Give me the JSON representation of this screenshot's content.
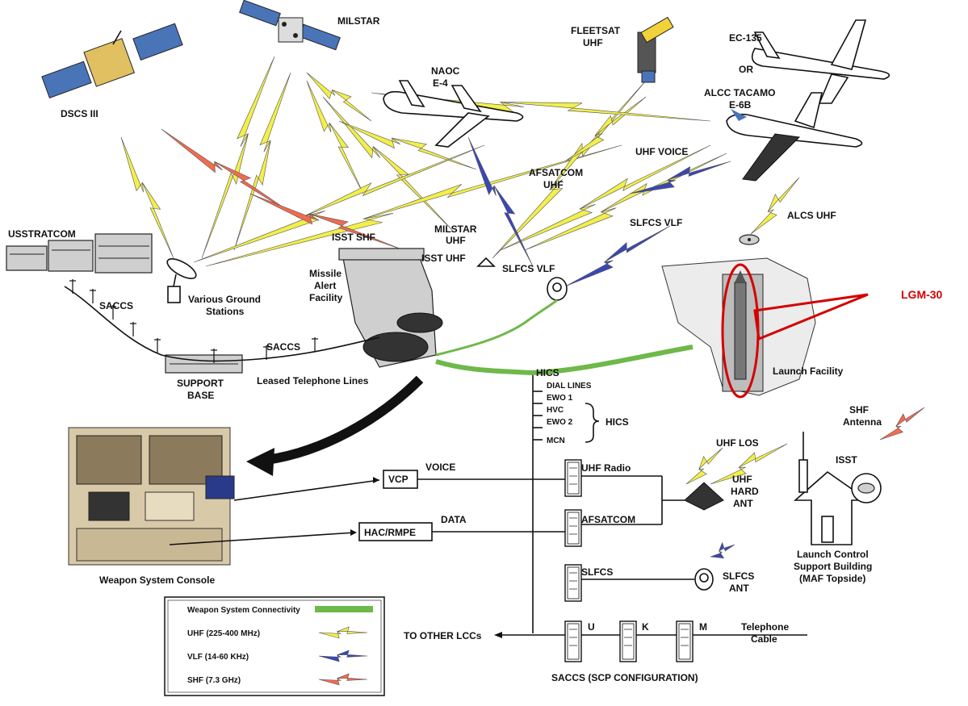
{
  "labels": {
    "milstar": "MILSTAR",
    "dscs": "DSCS III",
    "fleetsat1": "FLEETSAT",
    "fleetsat2": "UHF",
    "ec135": "EC-135",
    "or": "OR",
    "naoc1": "NAOC",
    "naoc2": "E-4",
    "alcc1": "ALCC TACAMO",
    "alcc2": "E-6B",
    "uhf_voice": "UHF VOICE",
    "afsatcom1": "AFSATCOM",
    "afsatcom2": "UHF",
    "slfcs_vlf_right": "SLFCS VLF",
    "alcs_uhf": "ALCS UHF",
    "usstratcom": "USSTRATCOM",
    "isst_shf": "ISST SHF",
    "milstar_uhf1": "MILSTAR",
    "milstar_uhf2": "UHF",
    "isst_uhf": "ISST UHF",
    "slfcs_vlf_center": "SLFCS VLF",
    "saccs_left": "SACCS",
    "ground1": "Various Ground",
    "ground2": "Stations",
    "maf1": "Missile",
    "maf2": "Alert",
    "maf3": "Facility",
    "saccs_mid": "SACCS",
    "support1": "SUPPORT",
    "support2": "BASE",
    "leased": "Leased Telephone Lines",
    "lgm30": "LGM-30",
    "launch_facility": "Launch Facility",
    "hics_main": "HICS",
    "dial_lines": "DIAL LINES",
    "ewo1": "EWO 1",
    "hvc": "HVC",
    "ewo2": "EWO 2",
    "mcn": "MCN",
    "hics_brace": "HICS",
    "uhf_los": "UHF LOS",
    "shf_ant1": "SHF",
    "shf_ant2": "Antenna",
    "isst": "ISST",
    "vcp": "VCP",
    "voice": "VOICE",
    "uhf_radio": "UHF Radio",
    "uhf_hard1": "UHF",
    "uhf_hard2": "HARD",
    "uhf_hard3": "ANT",
    "lcsb1": "Launch Control",
    "lcsb2": "Support Building",
    "lcsb3": "(MAF Topside)",
    "hac": "HAC/RMPE",
    "data": "DATA",
    "afsatcom_radio": "AFSATCOM",
    "wsc": "Weapon System Console",
    "slfcs": "SLFCS",
    "slfcs_ant1": "SLFCS",
    "slfcs_ant2": "ANT",
    "to_other": "TO OTHER LCCs",
    "u": "U",
    "k": "K",
    "m": "M",
    "tel1": "Telephone",
    "tel2": "Cable",
    "saccs_scp": "SACCS (SCP CONFIGURATION)"
  },
  "legend": [
    {
      "label": "Weapon System Connectivity",
      "color": "#6fb84a",
      "kind": "bar"
    },
    {
      "label": "UHF (225-400 MHz)",
      "color": "#f2ef4a",
      "kind": "bolt"
    },
    {
      "label": "VLF (14-60 KHz)",
      "color": "#3a47b5",
      "kind": "bolt"
    },
    {
      "label": "SHF (7.3 GHz)",
      "color": "#f46a4e",
      "kind": "bolt"
    }
  ],
  "colors": {
    "uhf": "#f2ef4a",
    "vlf": "#3a47b5",
    "shf": "#f46a4e",
    "hics": "#6fb84a",
    "highlight": "#d40000"
  },
  "icons": [
    "satellite-icon",
    "aircraft-icon",
    "antenna-icon",
    "building-icon",
    "missile-icon",
    "console-icon",
    "radio-icon"
  ]
}
